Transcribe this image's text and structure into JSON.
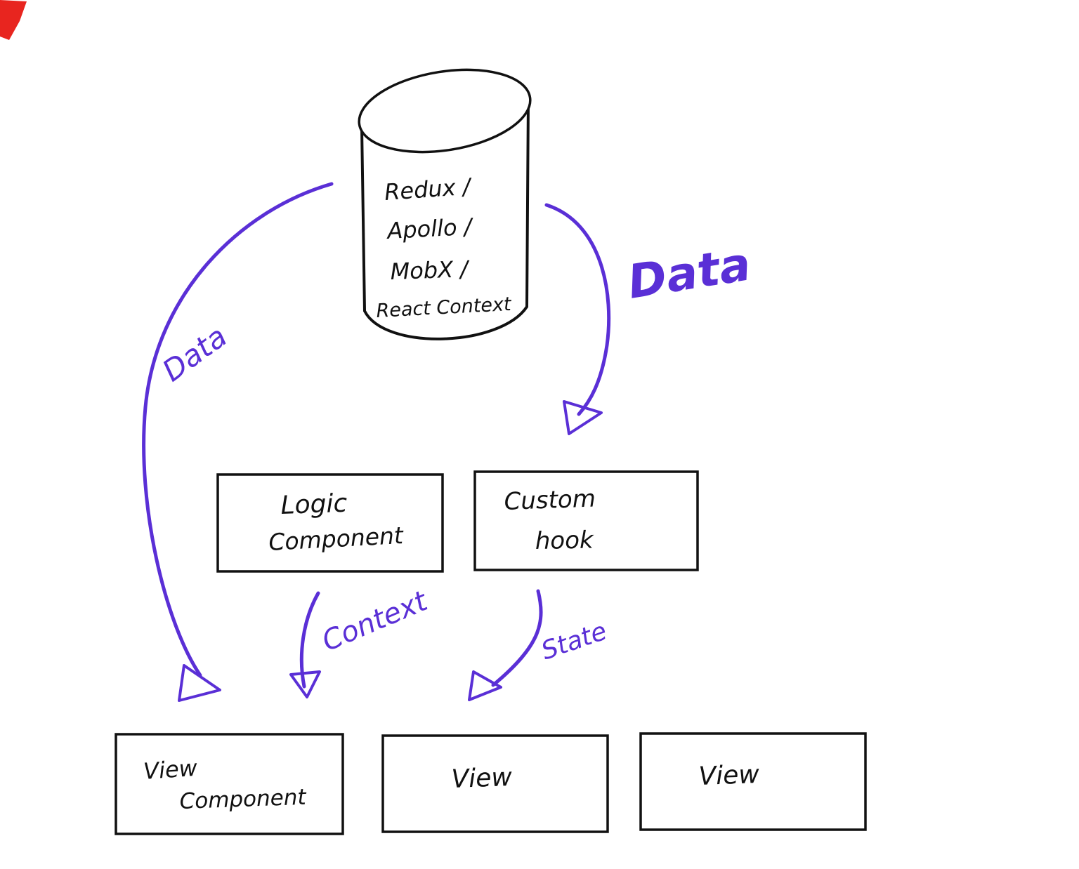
{
  "diagram": {
    "store": {
      "lines": [
        "Redux /",
        "Apollo /",
        "MobX /",
        "React Context"
      ]
    },
    "nodes": {
      "logic_component": {
        "line1": "Logic",
        "line2": "Component"
      },
      "custom_hook": {
        "line1": "Custom",
        "line2": "hook"
      },
      "view_component": {
        "line1": "View",
        "line2": "Component"
      },
      "view_center": {
        "label": "View"
      },
      "view_right": {
        "label": "View"
      }
    },
    "edges": {
      "data_left": "Data",
      "data_right": "Data",
      "context": "Context",
      "state": "State"
    },
    "colors": {
      "ink": "#111111",
      "accent": "#5a2fd6",
      "corner_mark": "#e8251f"
    }
  }
}
